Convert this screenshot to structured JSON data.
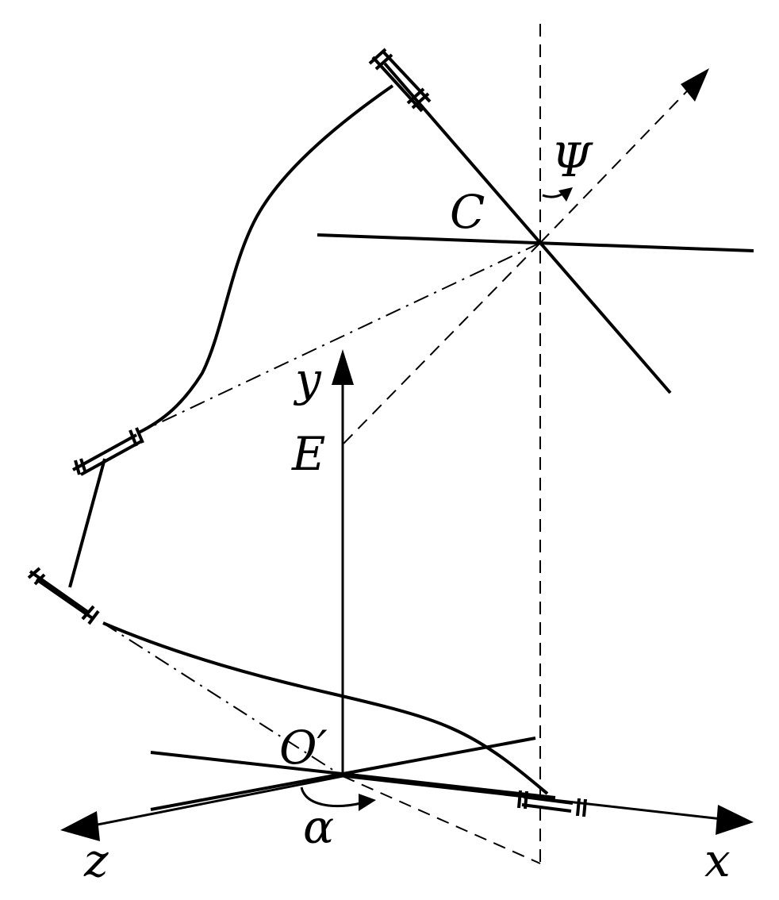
{
  "labels": {
    "C": "C",
    "psi": "Ψ",
    "y": "y",
    "E": "E",
    "O": "O′",
    "alpha": "α",
    "z": "z",
    "x": "x"
  },
  "colors": {
    "ink": "#000000",
    "background": "#ffffff"
  }
}
